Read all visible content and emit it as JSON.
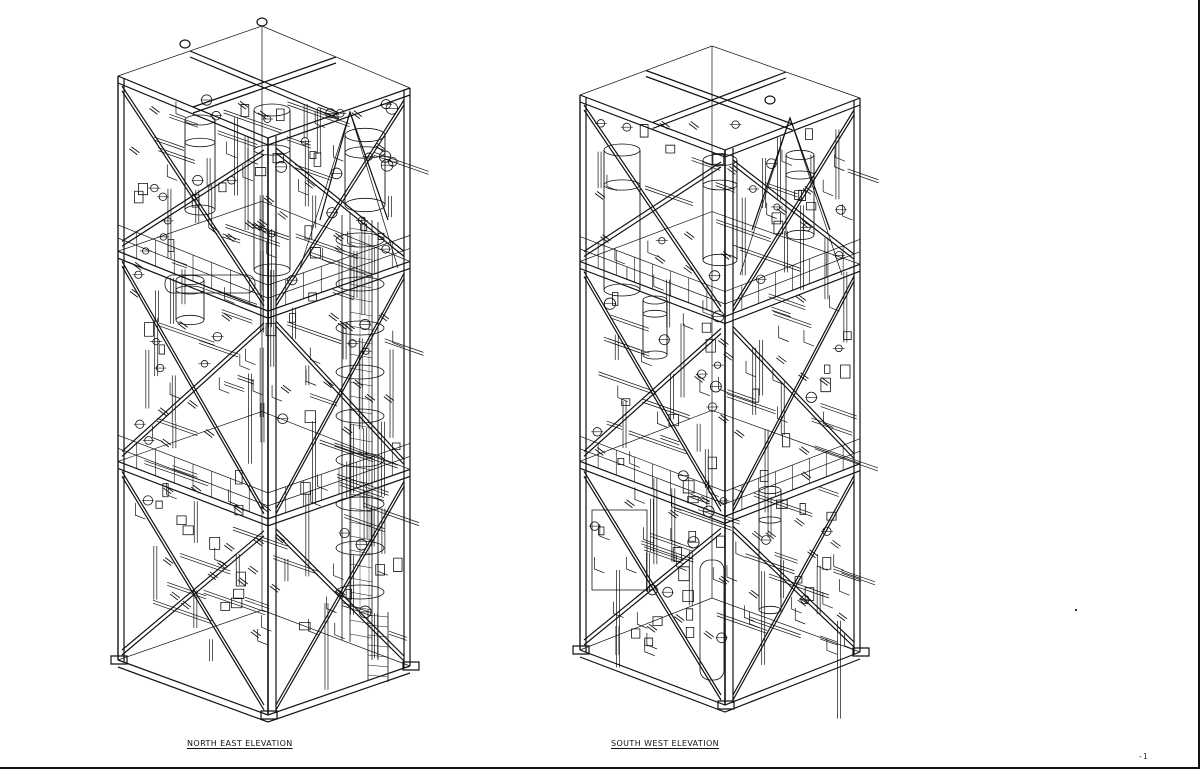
{
  "drawing": {
    "views": [
      {
        "id": "north-east",
        "caption": "NORTH EAST ELEVATION"
      },
      {
        "id": "south-west",
        "caption": "SOUTH WEST ELEVATION"
      }
    ],
    "line_color": "#111111",
    "background": "#ffffff"
  }
}
